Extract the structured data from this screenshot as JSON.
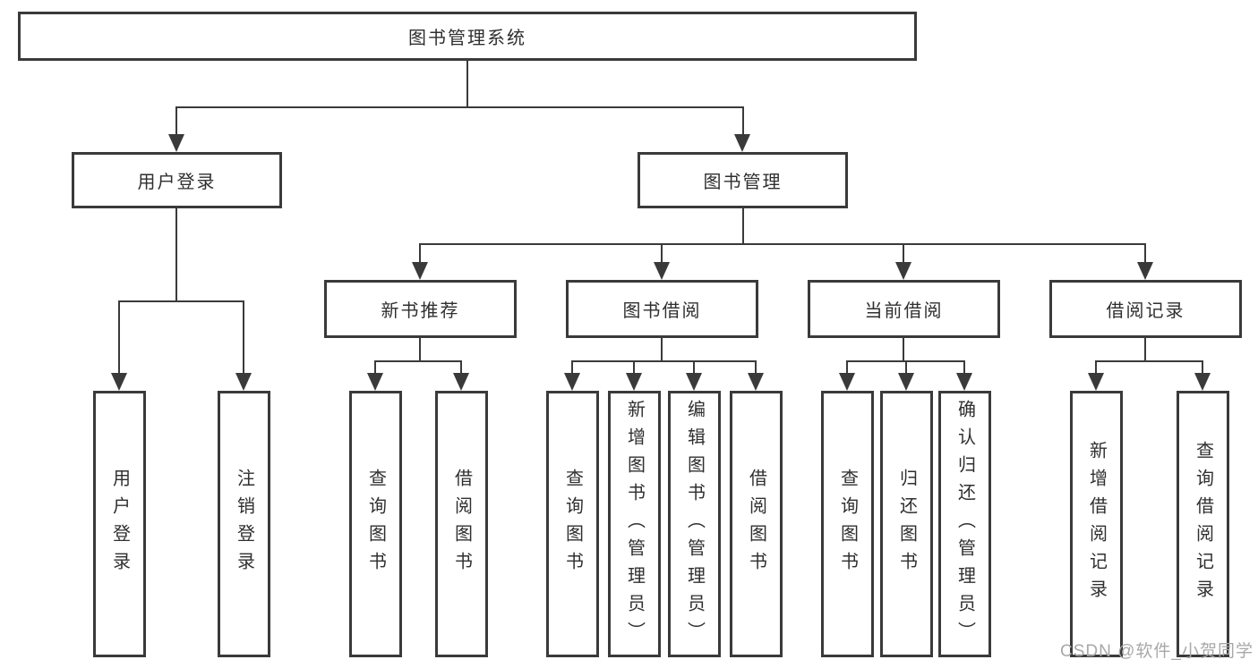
{
  "nodes": {
    "root": "图书管理系统",
    "user_login": "用户登录",
    "book_mgmt": "图书管理",
    "new_book_rec": "新书推荐",
    "book_borrow": "图书借阅",
    "current_borrow": "当前借阅",
    "borrow_records": "借阅记录",
    "ul_user_login": "用户登录",
    "ul_logout": "注销登录",
    "nr_query_book": "查询图书",
    "nr_borrow_book": "借阅图书",
    "bb_query_book": "查询图书",
    "bb_add_book": "新增图书（管理员）",
    "bb_edit_book": "编辑图书（管理员）",
    "bb_borrow_book": "借阅图书",
    "cb_query_book": "查询图书",
    "cb_return_book": "归还图书",
    "cb_confirm_return": "确认归还（管理员）",
    "br_add_record": "新增借阅记录",
    "br_query_record": "查询借阅记录"
  },
  "colors": {
    "line": "#3a3a3a",
    "text": "#2f2f2f",
    "watermark": "#a8a8a8"
  },
  "watermark": "CSDN @软件_小贺同学"
}
